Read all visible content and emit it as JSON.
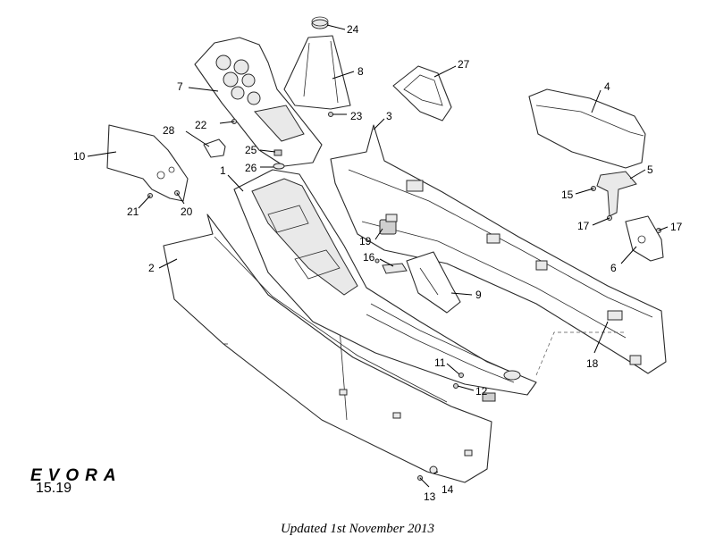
{
  "diagram": {
    "brand": "EVORA",
    "page_code": "15.19",
    "updated_note": "Updated 1st November 2013",
    "callouts": [
      "1",
      "2",
      "3",
      "4",
      "5",
      "6",
      "7",
      "8",
      "9",
      "10",
      "11",
      "12",
      "13",
      "14",
      "15",
      "16",
      "17",
      "17",
      "18",
      "19",
      "20",
      "21",
      "22",
      "23",
      "24",
      "25",
      "26",
      "27",
      "28"
    ]
  }
}
